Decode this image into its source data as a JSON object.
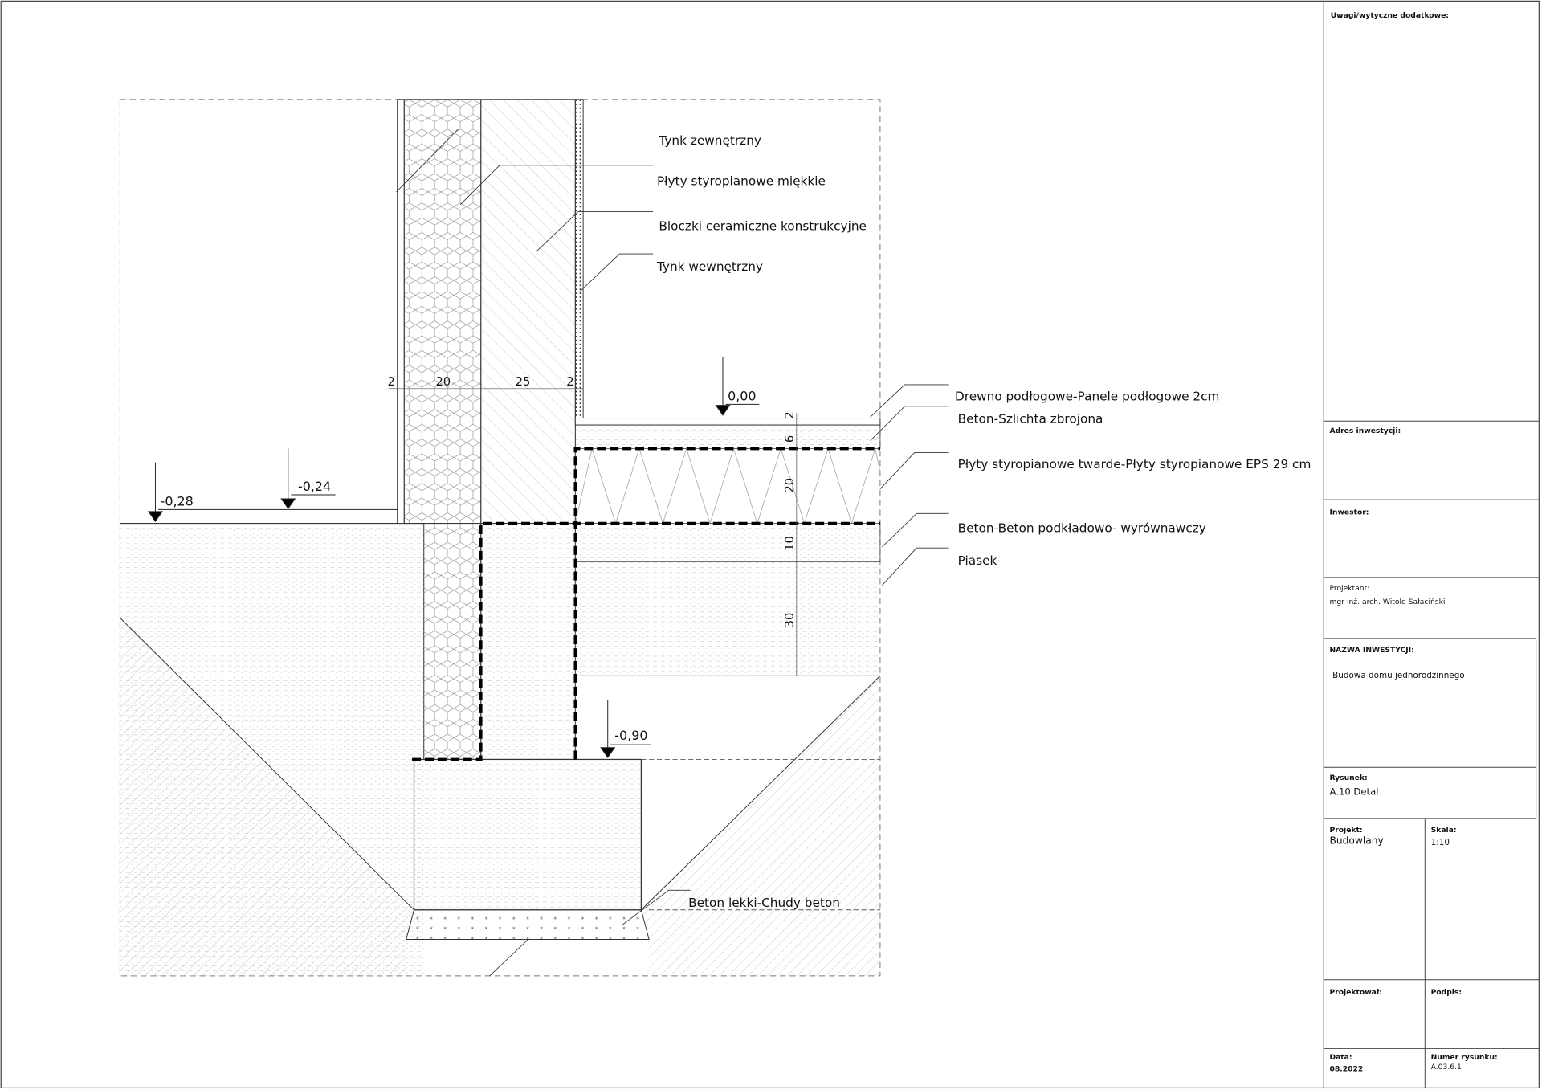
{
  "labels": {
    "tynk_zew": "Tynk zewnętrzny",
    "plyty_miekkie": "Płyty styropianowe miękkie",
    "bloczki": "Bloczki ceramiczne konstrukcyjne",
    "tynk_wew": "Tynk wewnętrzny",
    "drewno": "Drewno podłogowe-Panele podłogowe 2cm",
    "szlichta": "Beton-Szlichta zbrojona",
    "plyty_twarde": "Płyty styropianowe twarde-Płyty styropianowe EPS 29 cm",
    "beton_podkladowy": "Beton-Beton podkładowo- wyrównawczy",
    "piasek": "Piasek",
    "chudy_beton": "Beton lekki-Chudy beton"
  },
  "levels": {
    "zero": "0,00",
    "m028": "-0,28",
    "m024": "-0,24",
    "m090": "-0,90"
  },
  "dims_horizontal": [
    "2",
    "20",
    "25",
    "2"
  ],
  "dims_vertical": [
    "2",
    "6",
    "20",
    "10",
    "30"
  ],
  "title_block": {
    "uwagi": "Uwagi/wytyczne dodatkowe:",
    "adres": "Adres inwestycji:",
    "inwestor": "Inwestor:",
    "projektant_label": "Projektant:",
    "projektant": "mgr inż. arch. Witold Sałaciński",
    "nazwa_label": "NAZWA INWESTYCJI:",
    "nazwa": "Budowa domu jednorodzinnego",
    "rysunek_label": "Rysunek:",
    "rysunek": "A.10 Detal",
    "projekt_label": "Projekt:",
    "projekt": "Budowlany",
    "skala_label": "Skala:",
    "skala": "1:10",
    "projektowal_label": "Projektował:",
    "podpis_label": "Podpis:",
    "data_label": "Data:",
    "data": "08.2022",
    "numer_label": "Numer rysunku:",
    "numer": "A.03.6.1"
  }
}
